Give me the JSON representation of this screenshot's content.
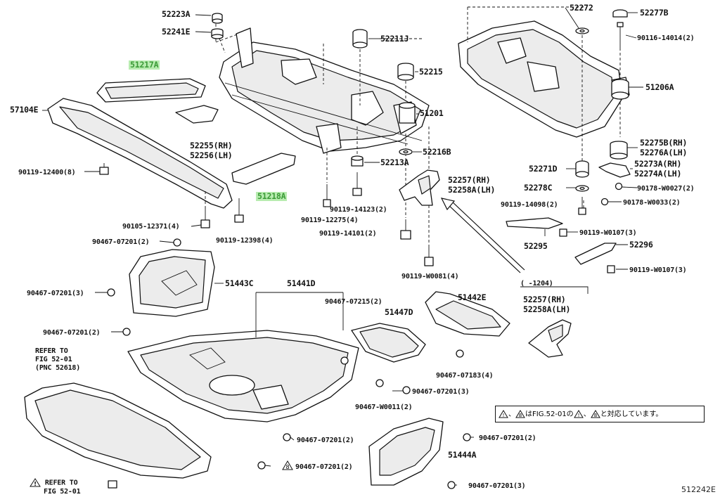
{
  "labels": {
    "p52223A": "52223A",
    "p52241E": "52241E",
    "p51217A": "51217A",
    "p57104E": "57104E",
    "p52255": "52255(RH)",
    "p52256": "52256(LH)",
    "p90119_12400": "90119-12400(8)",
    "p51218A": "51218A",
    "p90105_12371": "90105-12371(4)",
    "p90119_12398": "90119-12398(4)",
    "p90467_07201_2a": "90467-07201(2)",
    "p51443C": "51443C",
    "p90467_07201_3a": "90467-07201(3)",
    "p90467_07201_2b": "90467-07201(2)",
    "p51441D": "51441D",
    "p52211J": "52211J",
    "p52215": "52215",
    "p51201": "51201",
    "p52216B": "52216B",
    "p52213A": "52213A",
    "p52257_rh": "52257(RH)",
    "p52258A_lh": "52258A(LH)",
    "p90119_14123": "90119-14123(2)",
    "p90119_12275": "90119-12275(4)",
    "p90119_14101": "90119-14101(2)",
    "p90119_W0081": "90119-W0081(4)",
    "p90467_07215": "90467-07215(2)",
    "p51447D": "51447D",
    "p51442E": "51442E",
    "p90467_07183": "90467-07183(4)",
    "p90467_07201_3b": "90467-07201(3)",
    "p90467_W0011": "90467-W0011(2)",
    "p90467_07201_2c": "90467-07201(2)",
    "p90467_07201_2d": "90467-07201(2)",
    "p90467_07201_2e": "90467-07201(2)",
    "p51444A": "51444A",
    "p90467_07201_3c": "90467-07201(3)",
    "p52272": "52272",
    "p52277B": "52277B",
    "p90116_14014": "90116-14014(2)",
    "p51206A": "51206A",
    "p52275B": "52275B(RH)",
    "p52276A": "52276A(LH)",
    "p52271D": "52271D",
    "p52273A": "52273A(RH)",
    "p52274A": "52274A(LH)",
    "p52278C": "52278C",
    "p90178_W0027": "90178-W0027(2)",
    "p90119_14098": "90119-14098(2)",
    "p90178_W0033": "90178-W0033(2)",
    "p90119_W0107a": "90119-W0107(3)",
    "p52295": "52295",
    "p52296": "52296",
    "p90119_W0107b": "90119-W0107(3)",
    "p52257_rh_b": "52257(RH)",
    "p52258A_lh_b": "52258A(LH)"
  },
  "period": "( -1204)",
  "refer1": [
    "REFER TO",
    "FIG 52-01",
    "(PNC 52618)"
  ],
  "refer2": [
    "REFER TO",
    "FIG 52-01"
  ],
  "note": {
    "marker_8": "8",
    "sep": "、",
    "text1": "はFIG.52-01の",
    "text2": "と対応しています。"
  },
  "footer_code": "512242E",
  "colors": {
    "highlight_bg": "#b8ecb0",
    "highlight_text": "#3a9a36",
    "line": "#111111"
  }
}
